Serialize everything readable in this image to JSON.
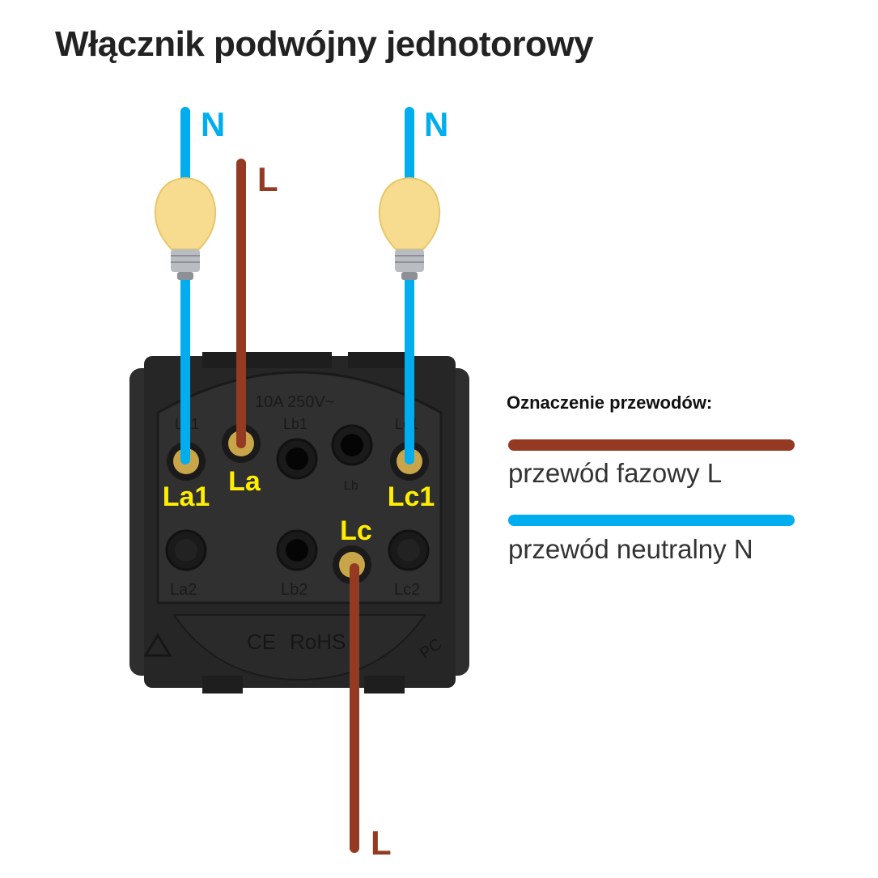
{
  "title": "Włącznik podwójny jednotorowy",
  "colors": {
    "phase": "#953a22",
    "neutral": "#00aeef",
    "terminal_label": "#ffee00",
    "body": "#2b2b2b"
  },
  "wires": {
    "neutral_left_label": "N",
    "neutral_right_label": "N",
    "phase_top_label": "L",
    "phase_bottom_label": "L"
  },
  "terminal_labels": {
    "la1": "La1",
    "la": "La",
    "lc1": "Lc1",
    "lc": "Lc"
  },
  "switch_markings": {
    "rating": "10A 250V~",
    "la1": "La1",
    "lb1": "Lb1",
    "lc1_print": "Lc1",
    "lb": "Lb",
    "la2": "La2",
    "lb2": "Lb2",
    "lc2": "Lc2",
    "ce": "CE",
    "rohs": "RoHS",
    "pc": "PC"
  },
  "legend": {
    "title": "Oznaczenie przewodów:",
    "items": [
      {
        "label": "przewód fazowy L"
      },
      {
        "label": "przewód neutralny N"
      }
    ]
  }
}
